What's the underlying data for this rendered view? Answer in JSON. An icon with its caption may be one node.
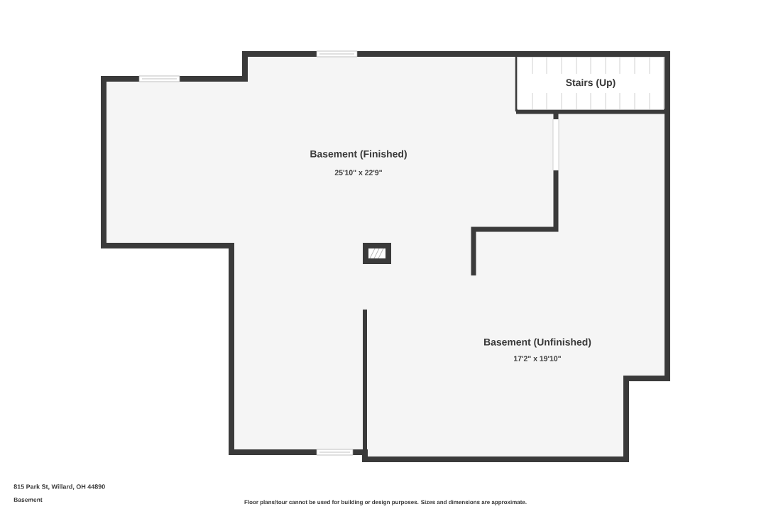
{
  "diagram": {
    "nodes": [
      {
        "text": [
          "Stairs (Up)"
        ]
      }
    ],
    "labels": [
      "Basement (Finished)",
      "25'10\" x 22'9\"",
      "Basement (Unfinished)",
      "17'2\" x 19'10\"",
      "815 Park St, Willard, OH 44890",
      "Basement",
      "Floor plans/tour cannot be used for building or design purposes. Sizes and dimensions are approximate."
    ]
  }
}
